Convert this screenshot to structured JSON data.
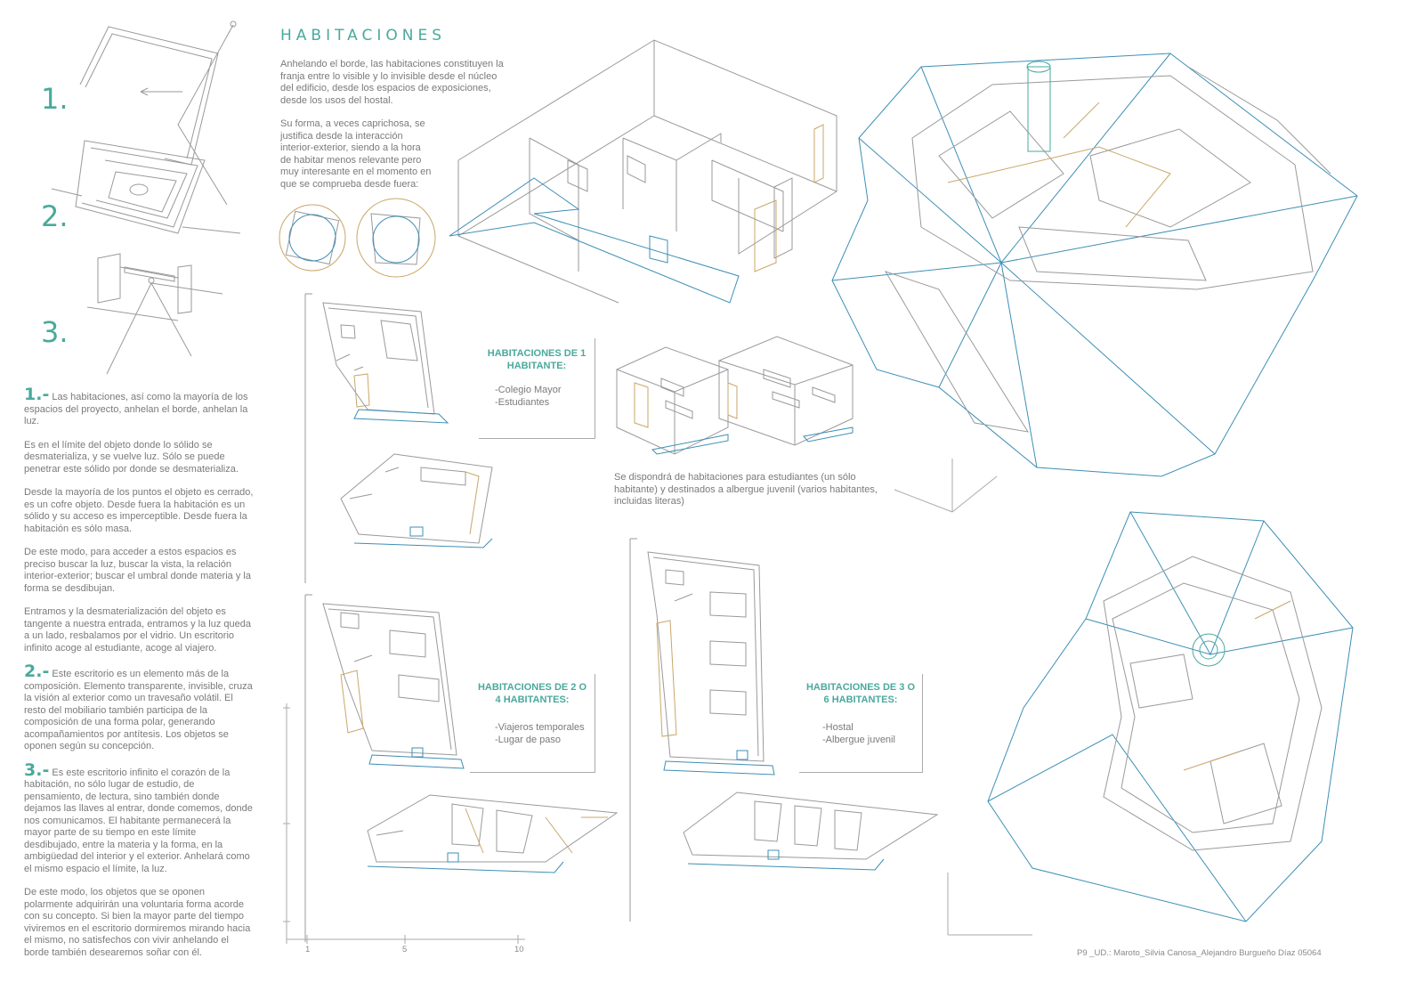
{
  "concept_numbers": [
    "1.",
    "2.",
    "3."
  ],
  "title": "HABITACIONES",
  "intro": [
    "Anhelando el borde, las habitaciones constituyen la franja entre lo visible y lo invisible desde el núcleo del edificio, desde los espacios de exposiciones, desde los usos del hostal.",
    "Su forma, a veces caprichosa, se justifica desde la interacción interior-exterior, siendo a la hora de habitar menos relevante pero muy interesante en el momento en que se comprueba desde fuera:"
  ],
  "left_text": {
    "s1_mark": "1.-",
    "s1_lead": "Las habitaciones, así como la mayoría de los espacios del proyecto, anhelan el borde, anhelan la luz.",
    "s1_paras": [
      "Es en el límite del objeto donde lo sólido se desmaterializa, y se vuelve luz. Sólo se puede penetrar este sólido por donde se desmaterializa.",
      "Desde la mayoría de los puntos el objeto es cerrado, es un cofre objeto. Desde fuera la habitación es un sólido y su acceso es imperceptible. Desde fuera la habitación es sólo masa.",
      "De este modo, para acceder a estos espacios es preciso buscar la luz, buscar la vista, la relación interior-exterior; buscar el umbral donde materia y la forma se desdibujan.",
      "Entramos y la desmaterialización del objeto es tangente a nuestra entrada, entramos y la luz queda a un lado, resbalamos por el vidrio. Un escritorio infinito acoge al estudiante, acoge al viajero."
    ],
    "s2_mark": "2.-",
    "s2_lead": "Este escritorio es un elemento más de la composición. Elemento transparente, invisible, cruza la visión al exterior como un travesaño volátil. El resto del mobiliario también participa de la composición de una forma polar, generando acompañamientos por antítesis. Los objetos se oponen según su concepción.",
    "s3_mark": "3.-",
    "s3_lead": "Es este escritorio infinito el corazón de la habitación, no sólo lugar de estudio, de pensamiento, de lectura, sino también donde dejamos las llaves al entrar, donde comemos, donde nos comunicamos. El habitante permanecerá la mayor parte de su tiempo en este límite desdibujado, entre la materia y la forma, en la ambigüedad del interior y el exterior. Anhelará como el mismo espacio el límite, la luz.",
    "s3_para": "De este modo, los objetos que se oponen polarmente adquirirán una voluntaria forma acorde con su concepto. Si bien la mayor parte del tiempo viviremos en el escritorio dormiremos mirando hacia el mismo, no satisfechos con vivir anhelando el borde también desearemos soñar con él."
  },
  "room_types": {
    "one": {
      "title_1": "HABITACIONES DE 1",
      "title_2": "HABITANTE:",
      "items": [
        "-Colegio Mayor",
        "-Estudiantes"
      ]
    },
    "two": {
      "title_1": "HABITACIONES DE 2 O",
      "title_2": "4 HABITANTES:",
      "items": [
        "-Viajeros temporales",
        "-Lugar de paso"
      ]
    },
    "three": {
      "title_1": "HABITACIONES DE 3 O",
      "title_2": "6 HABITANTES:",
      "items": [
        "-Hostal",
        "-Albergue juvenil"
      ]
    }
  },
  "note": "Se dispondrá de habitaciones para estudiantes (un sólo habitante) y destinados a albergue juvenil (varios habitantes, incluidas literas)",
  "scale_labels": [
    "1",
    "5",
    "10"
  ],
  "footer": "P9 _UD.: Maroto_Silvia Canosa_Alejandro Burgueño Díaz 05064",
  "colors": {
    "accent": "#4aa99c",
    "line": "#8f8f8f",
    "blue": "#3d8fb5",
    "ochre": "#c9a768"
  }
}
